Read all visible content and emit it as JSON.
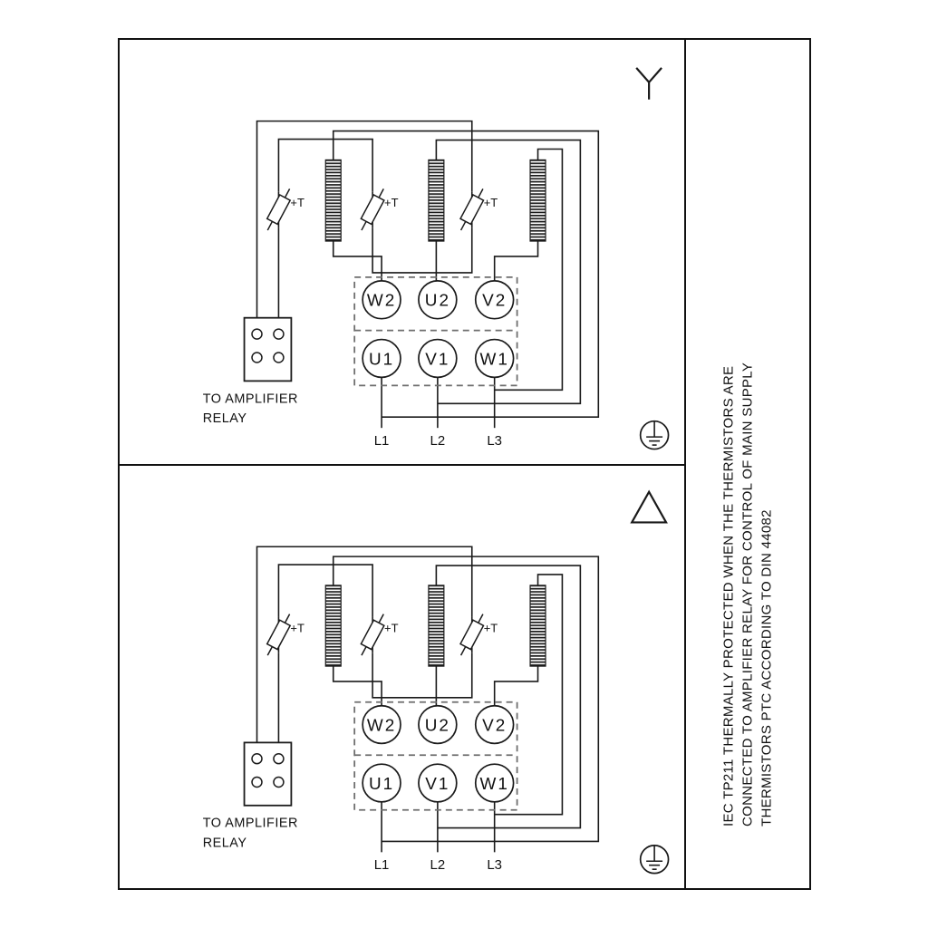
{
  "sidebar": {
    "note_lines": [
      "IEC TP211 THERMALLY PROTECTED WHEN THE THERMISTORS ARE",
      "CONNECTED TO AMPLIFIER RELAY FOR CONTROL OF MAIN SUPPLY",
      "THERMISTORS PTC ACCORDING TO DIN 44082"
    ]
  },
  "panels": [
    {
      "connection": "star",
      "connection_symbol": "Y",
      "terminals_top": [
        "W2",
        "U2",
        "V2"
      ],
      "terminals_bottom": [
        "U1",
        "V1",
        "W1"
      ],
      "supply_lines": [
        "L1",
        "L2",
        "L3"
      ],
      "thermistor_label": "+T",
      "relay_note_lines": [
        "TO AMPLIFIER",
        "RELAY"
      ]
    },
    {
      "connection": "delta",
      "connection_symbol": "Δ",
      "terminals_top": [
        "W2",
        "U2",
        "V2"
      ],
      "terminals_bottom": [
        "U1",
        "V1",
        "W1"
      ],
      "supply_lines": [
        "L1",
        "L2",
        "L3"
      ],
      "thermistor_label": "+T",
      "relay_note_lines": [
        "TO AMPLIFIER",
        "RELAY"
      ]
    }
  ]
}
